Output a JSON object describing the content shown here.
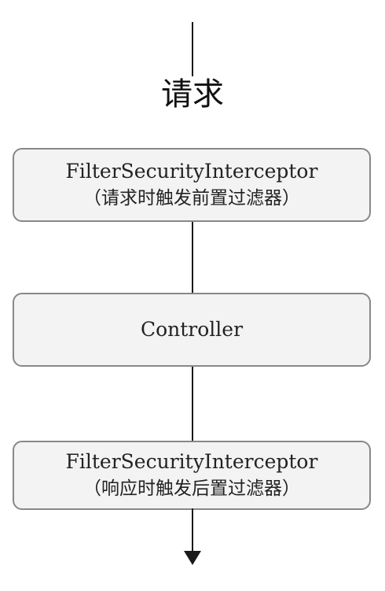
{
  "request_label": "请求",
  "nodes": [
    {
      "line1": "FilterSecurityInterceptor",
      "line2": "（请求时触发前置过滤器）"
    },
    {
      "line1": "Controller",
      "line2": ""
    },
    {
      "line1": "FilterSecurityInterceptor",
      "line2": "（响应时触发后置过滤器）"
    }
  ]
}
